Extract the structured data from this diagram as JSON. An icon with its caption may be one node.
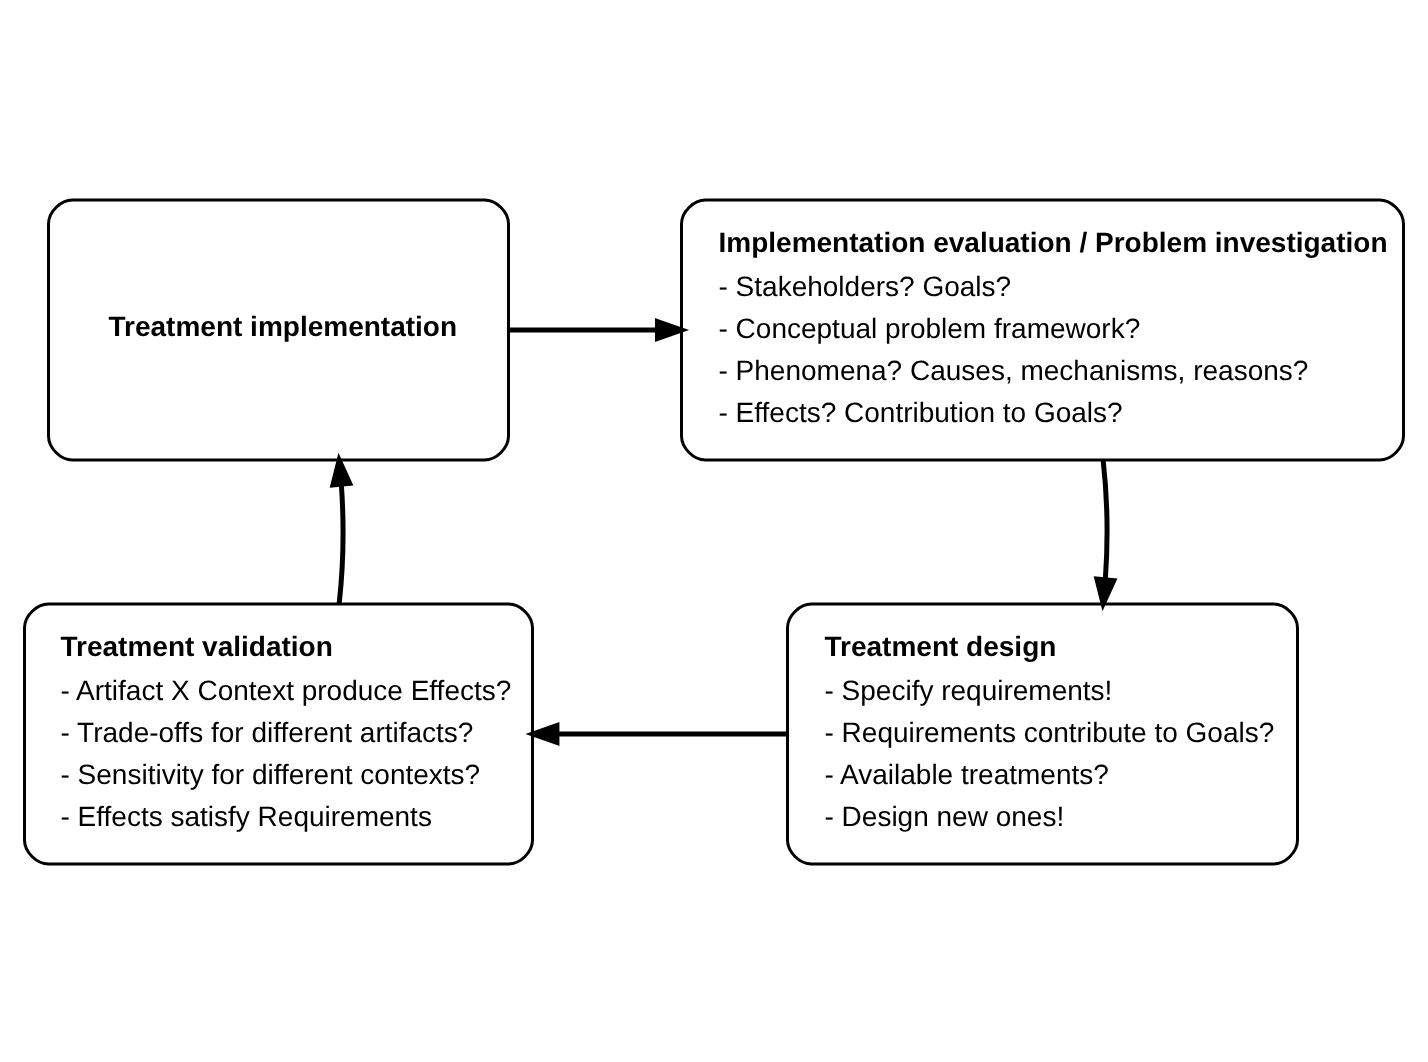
{
  "diagram": {
    "nodes": [
      {
        "text": [
          "Treatment implementation"
        ]
      },
      {
        "text": [
          "Implementation evaluation / Problem investigation",
          "- Stakeholders? Goals?",
          "- Conceptual problem framework?",
          "- Phenomena? Causes, mechanisms, reasons?",
          "- Effects? Contribution to Goals?"
        ]
      },
      {
        "text": [
          "Treatment validation",
          "- Artifact X Context produce Effects?",
          "- Trade-offs for different artifacts?",
          "- Sensitivity for different contexts?",
          "- Effects satisfy Requirements"
        ]
      },
      {
        "text": [
          "Treatment design",
          "- Specify requirements!",
          "- Requirements contribute to Goals?",
          "- Available treatments?",
          "- Design new ones!"
        ]
      }
    ],
    "edges": [
      {
        "from": 0,
        "to": 1,
        "arrow": "to"
      },
      {
        "from": 1,
        "to": 3,
        "arrow": "to"
      },
      {
        "from": 3,
        "to": 2,
        "arrow": "to"
      },
      {
        "from": 2,
        "to": 0,
        "arrow": "to"
      }
    ]
  }
}
